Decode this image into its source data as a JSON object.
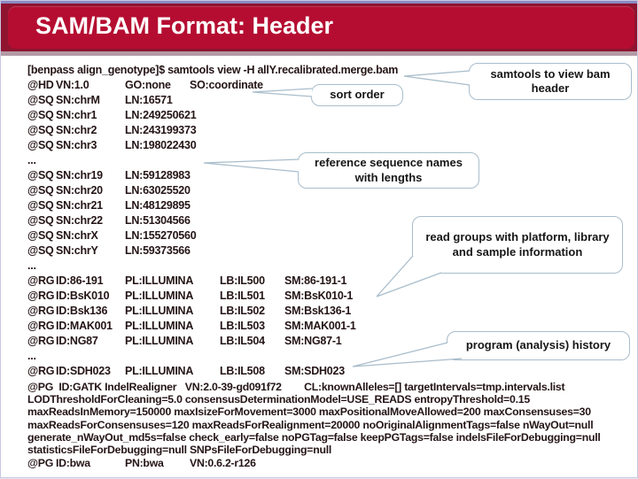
{
  "title": "SAM/BAM Format: Header",
  "theme": {
    "title_bar_color": "#b50d31",
    "title_bar_outer_color": "#8e1430",
    "top_border_color": "#8a8ac4",
    "callout_border_color": "#a9bdcb",
    "terminal_text_color": "#241416"
  },
  "terminal": {
    "command": "[benpass align_genotype]$ samtools view -H allY.recalibrated.merge.bam",
    "lines": [
      {
        "type": "hd",
        "cells": [
          "@HD",
          "VN:1.0",
          "GO:none",
          "SO:coordinate"
        ]
      },
      {
        "type": "sq",
        "cells": [
          "@SQ",
          "SN:chrM",
          "LN:16571"
        ]
      },
      {
        "type": "sq",
        "cells": [
          "@SQ",
          "SN:chr1",
          "LN:249250621"
        ]
      },
      {
        "type": "sq",
        "cells": [
          "@SQ",
          "SN:chr2",
          "LN:243199373"
        ]
      },
      {
        "type": "sq",
        "cells": [
          "@SQ",
          "SN:chr3",
          "LN:198022430"
        ]
      },
      {
        "type": "dots",
        "cells": [
          "..."
        ]
      },
      {
        "type": "sq",
        "cells": [
          "@SQ",
          "SN:chr19",
          "LN:59128983"
        ]
      },
      {
        "type": "sq",
        "cells": [
          "@SQ",
          "SN:chr20",
          "LN:63025520"
        ]
      },
      {
        "type": "sq",
        "cells": [
          "@SQ",
          "SN:chr21",
          "LN:48129895"
        ]
      },
      {
        "type": "sq",
        "cells": [
          "@SQ",
          "SN:chr22",
          "LN:51304566"
        ]
      },
      {
        "type": "sq",
        "cells": [
          "@SQ",
          "SN:chrX",
          "LN:155270560"
        ]
      },
      {
        "type": "sq",
        "cells": [
          "@SQ",
          "SN:chrY",
          "LN:59373566"
        ]
      },
      {
        "type": "dots",
        "cells": [
          "..."
        ]
      },
      {
        "type": "rg",
        "cells": [
          "@RG",
          "ID:86-191",
          "PL:ILLUMINA",
          "LB:IL500",
          "SM:86-191-1"
        ]
      },
      {
        "type": "rg",
        "cells": [
          "@RG",
          "ID:BsK010",
          "PL:ILLUMINA",
          "LB:IL501",
          "SM:BsK010-1"
        ]
      },
      {
        "type": "rg",
        "cells": [
          "@RG",
          "ID:Bsk136",
          "PL:ILLUMINA",
          "LB:IL502",
          "SM:Bsk136-1"
        ]
      },
      {
        "type": "rg",
        "cells": [
          "@RG",
          "ID:MAK001",
          "PL:ILLUMINA",
          "LB:IL503",
          "SM:MAK001-1"
        ]
      },
      {
        "type": "rg",
        "cells": [
          "@RG",
          "ID:NG87",
          "PL:ILLUMINA",
          "LB:IL504",
          "SM:NG87-1"
        ]
      },
      {
        "type": "dots",
        "cells": [
          "..."
        ]
      },
      {
        "type": "rg",
        "cells": [
          "@RG",
          "ID:SDH023",
          "PL:ILLUMINA",
          "LB:IL508",
          "SM:SDH023"
        ]
      }
    ],
    "pg_lines": [
      "@PG  ID:GATK IndelRealigner   VN:2.0-39-gd091f72        CL:knownAlleles=[] targetIntervals=tmp.intervals.list",
      "LODThresholdForCleaning=5.0 consensusDeterminationModel=USE_READS entropyThreshold=0.15",
      "maxReadsInMemory=150000 maxIsizeForMovement=3000 maxPositionalMoveAllowed=200 maxConsensuses=30",
      "maxReadsForConsensuses=120 maxReadsForRealignment=20000 noOriginalAlignmentTags=false nWayOut=null",
      "generate_nWayOut_md5s=false check_early=false noPGTag=false keepPGTags=false indelsFileForDebugging=null",
      "statisticsFileForDebugging=null SNPsFileForDebugging=null"
    ],
    "bwa": {
      "type": "bwa",
      "cells": [
        "@PG",
        "ID:bwa",
        "PN:bwa",
        "VN:0.6.2-r126"
      ]
    }
  },
  "callouts": {
    "samtools": {
      "text": "samtools to view bam header"
    },
    "sort_order": {
      "text": "sort order"
    },
    "reference": {
      "text": "reference sequence names with lengths"
    },
    "read_groups": {
      "text": "read groups with platform, library and sample information"
    },
    "program": {
      "text": "program (analysis) history"
    }
  }
}
